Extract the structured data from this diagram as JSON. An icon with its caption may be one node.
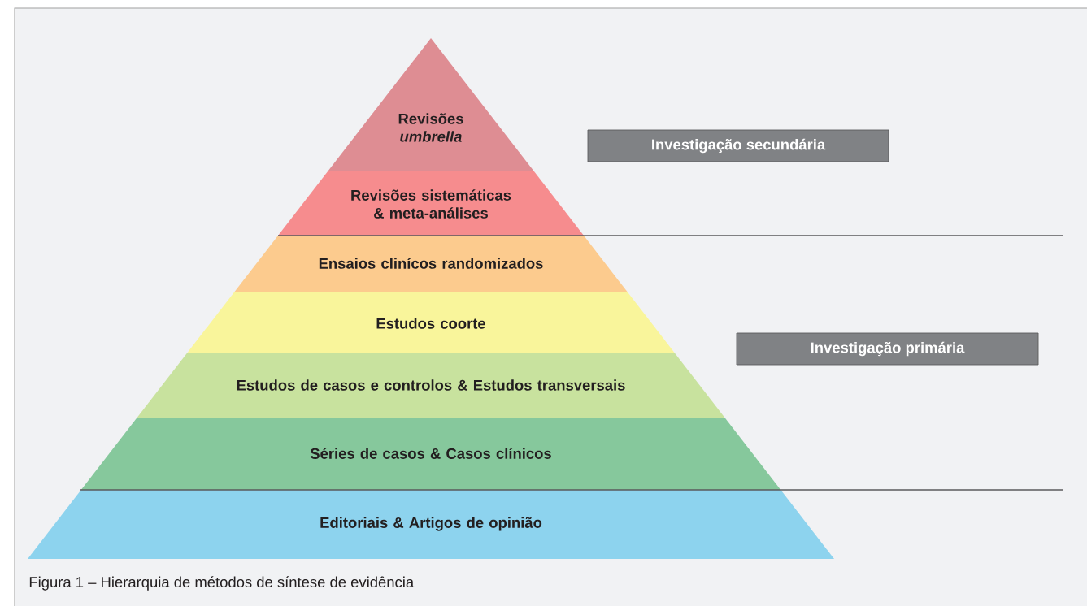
{
  "diagram": {
    "caption": "Figura 1 – Hierarquia de métodos de síntese de evidência",
    "nodes": [
      {
        "text": [
          "Revisões *umbrella*"
        ]
      },
      {
        "text": [
          "Revisões sistemáticas & meta-análises"
        ]
      },
      {
        "text": [
          "Ensaios clinícos randomizados"
        ]
      },
      {
        "text": [
          "Estudos coorte"
        ]
      },
      {
        "text": [
          "Estudos de casos e controlos & Estudos transversais"
        ]
      },
      {
        "text": [
          "Séries de casos & Casos clínicos"
        ]
      },
      {
        "text": [
          "Editoriais & Artigos de opinião"
        ]
      },
      {
        "text": [
          "Investigação secundária"
        ]
      },
      {
        "text": [
          "Investigação primária"
        ]
      }
    ]
  }
}
